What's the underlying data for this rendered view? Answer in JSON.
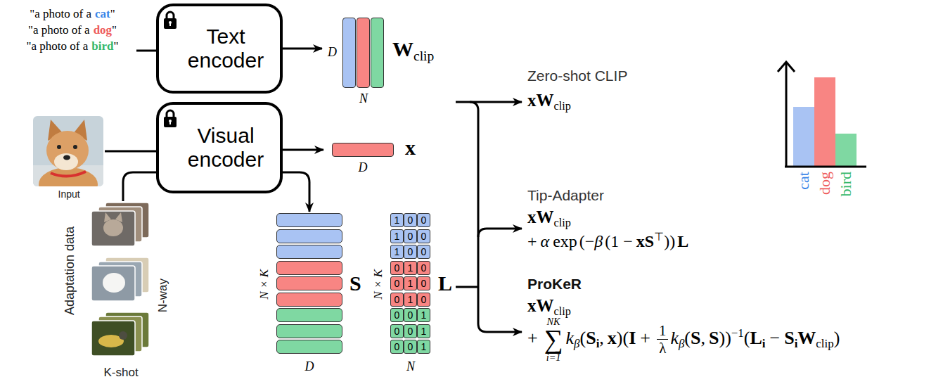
{
  "diagram": {
    "nodes": [
      {
        "text": [
          "Text encoder"
        ]
      },
      {
        "text": [
          "D",
          "N",
          "W",
          "clip"
        ]
      },
      {
        "text": [
          "Input"
        ]
      },
      {
        "text": [
          "Visual encoder"
        ]
      },
      {
        "text": [
          "D",
          "x"
        ]
      },
      {
        "text": [
          "Adaptation data",
          "N-way",
          "K-shot"
        ]
      },
      {
        "text": [
          "N × K",
          "S",
          "D"
        ]
      },
      {
        "text": [
          "N × K",
          "L",
          "N"
        ]
      }
    ],
    "edges": [
      {
        "from": 0,
        "to": 1,
        "arrow": "to"
      },
      {
        "from": 2,
        "to": 3,
        "arrow": "none"
      },
      {
        "from": 5,
        "to": 3,
        "arrow": "none"
      },
      {
        "from": 3,
        "to": 4,
        "arrow": "to"
      },
      {
        "from": 3,
        "to": 6,
        "arrow": "to"
      }
    ],
    "labels": [
      "\"a photo of a",
      "cat",
      "\"",
      "\"a photo of a",
      "dog",
      "\"",
      "\"a photo of a",
      "bird",
      "\"",
      "Zero-shot CLIP",
      "xW",
      "clip",
      "Tip-Adapter",
      "xW",
      "clip",
      "+",
      "α",
      "exp",
      "(−",
      "β",
      "(1 −",
      "xS",
      "⊤",
      "))",
      "L",
      "ProKeR",
      "xW",
      "clip",
      "+",
      "NK",
      "∑",
      "i=1",
      "k",
      "β",
      "(",
      "S",
      "i",
      ",",
      "x",
      ")(",
      "I",
      "+",
      "1",
      "λ",
      "k",
      "β",
      "(",
      "S",
      ",",
      "S",
      "))",
      "−1",
      "(",
      "L",
      "i",
      "−",
      "S",
      "i",
      "W",
      "clip",
      ")",
      "cat",
      "dog",
      "bird",
      "1",
      "0",
      "0",
      "1",
      "0",
      "0",
      "1",
      "0",
      "0",
      "0",
      "1",
      "0",
      "0",
      "1",
      "0",
      "0",
      "1",
      "0",
      "0",
      "0",
      "1",
      "0",
      "0",
      "1",
      "0",
      "0",
      "1"
    ]
  }
}
